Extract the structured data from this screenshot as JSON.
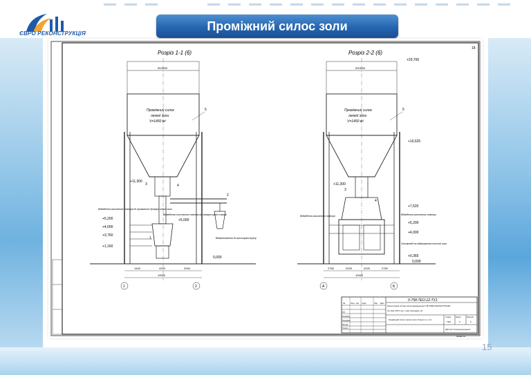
{
  "slide": {
    "title": "Проміжний силос золи",
    "logo_text": "ЄВРО РЕКОНСТРУКЦІЯ",
    "page_number": "15",
    "colors": {
      "title_bar": "#2566b0",
      "accent": "#1e5aa8"
    }
  },
  "drawing": {
    "sheet_number": "18",
    "section_left": {
      "title": "Розріз 1-1  (6)",
      "silo_label": [
        "Проміжний силос",
        "легкої золи",
        "V=1450 м³"
      ],
      "top_dim": "Ø10000",
      "levels": [
        "+11,300",
        "+5,200",
        "+4,000",
        "+3,760",
        "+1,160",
        "0,000"
      ],
      "notes": [
        "Відведення запиленого повітря до проміжного бункера легкої золи",
        "Відведення стисненого повітря від компресорної станції",
        "Відвантаження до автотранспорту"
      ],
      "level_right": "+5,000",
      "bottom_dims": [
        "1440",
        "4200",
        "2940",
        "10000"
      ],
      "axes": [
        "1",
        "2"
      ],
      "callouts": [
        "5",
        "3",
        "2",
        "4",
        "1"
      ]
    },
    "section_right": {
      "title": "Розріз 2-2  (6)",
      "silo_label": [
        "Проміжний силос",
        "легкої золи",
        "V=1450 м³"
      ],
      "top_dim": "Ø10000",
      "top_level": "+29,700",
      "levels_right": [
        "+16,625",
        "+7,520",
        "+5,200",
        "+4,000",
        "+0,365",
        "0,000"
      ],
      "level_left": "+11,300",
      "notes": [
        "Відведення запиленого повітря",
        "Відведення запиленого повітря",
        "Золопровід на відкачування силосної золи"
      ],
      "bottom_dims": [
        "2750",
        "2025",
        "2025",
        "2750",
        "10000"
      ],
      "axes": [
        "А",
        "Б"
      ],
      "callouts": [
        "5",
        "3",
        "4"
      ]
    },
    "stamp": {
      "code": "0-758-ТЕО-12-ТХ1",
      "project": "Реконструкція системи золошлаковидалення ТзВ \"ЄВРО-РЕКОНСТРУКЦІЯ\"",
      "location": "См. Київ, ЗОРГ, Ауп. 1 кам. Копищанко, 20",
      "subtitle": "Проміжний силос легкої золи. Розріз 1-1, 2-2",
      "company": "ДПР НЗ \"Теплоелектропроект\"",
      "stage": "ТЕО",
      "sheet": "6",
      "sheets": "6",
      "col_headers": [
        "Стадія",
        "Аркуш",
        "Аркушів"
      ],
      "row_headers": [
        "Зм.",
        "Кільк.",
        "Арк.",
        "№док.",
        "Підп.",
        "Дата"
      ],
      "signer_roles": [
        "ГІП",
        "Розробив",
        "Перевірив",
        "Нач.від.",
        "Н.контр."
      ],
      "format": "Формат А3"
    }
  }
}
